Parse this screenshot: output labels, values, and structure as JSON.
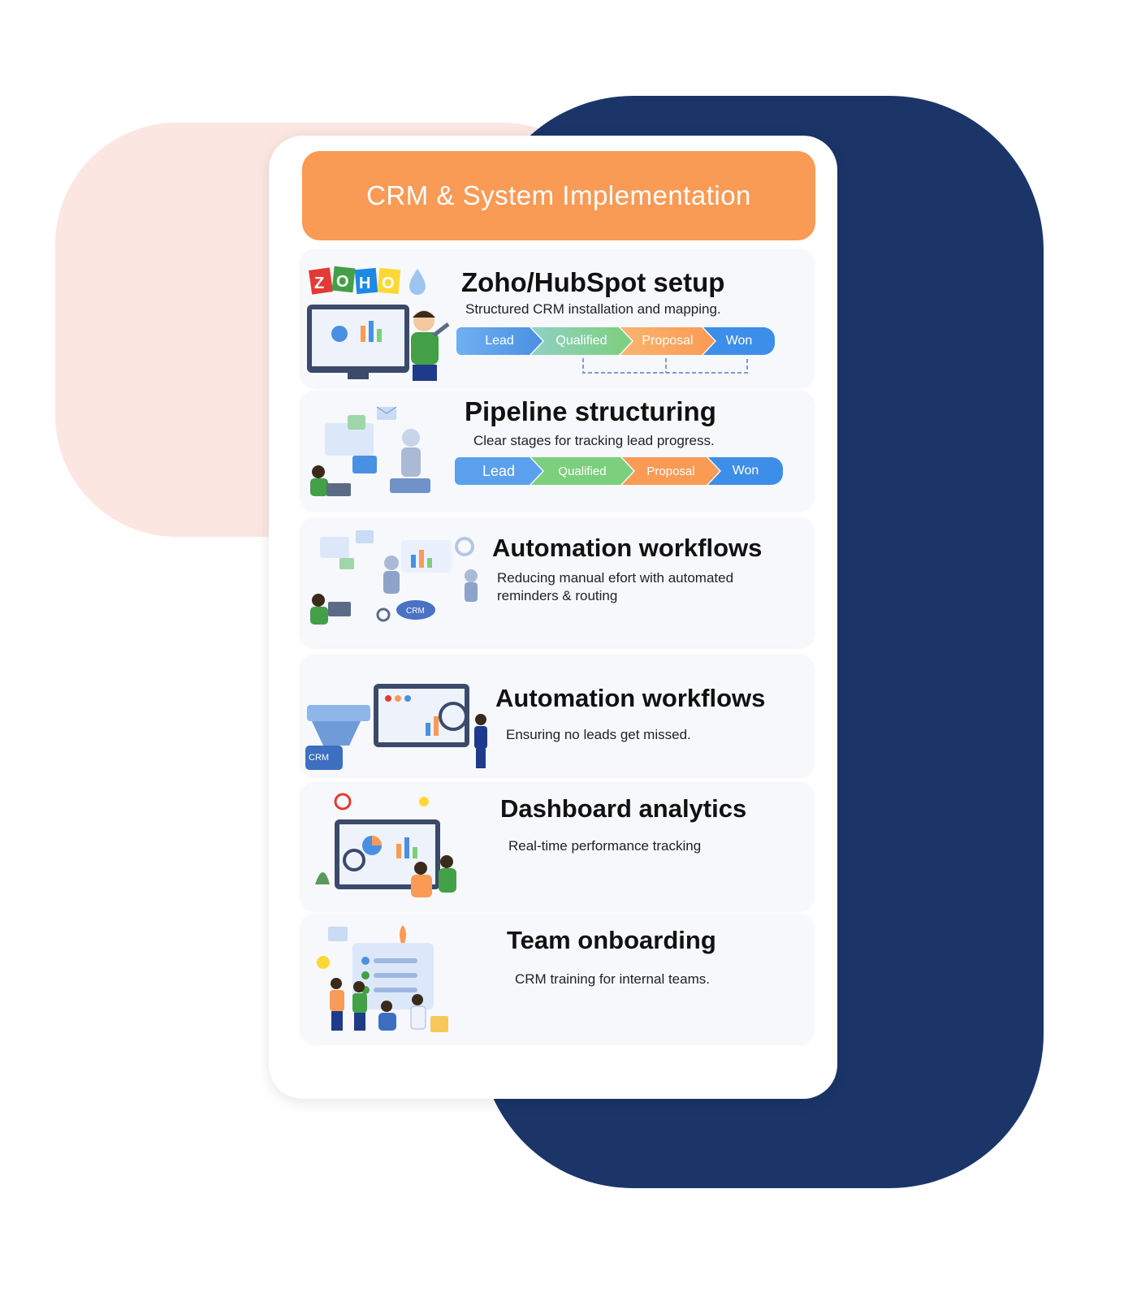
{
  "header": {
    "title": "CRM & System Implementation"
  },
  "colors": {
    "header_bg": "#f99a55",
    "navy": "#1b3569",
    "pink": "#fbe6e2",
    "lead": "#4a90e2",
    "qualified": "#7ccf7c",
    "proposal": "#f99a55",
    "won": "#3d8ee8"
  },
  "services": [
    {
      "title": "Zoho/HubSpot setup",
      "description": "Structured CRM installation and mapping.",
      "illustration": "zoho-crm-setup-illustration",
      "logo": "ZOHO",
      "pipeline": [
        "Lead",
        "Qualified",
        "Proposal",
        "Won"
      ]
    },
    {
      "title": "Pipeline structuring",
      "description": "Clear stages for tracking lead progress.",
      "illustration": "pipeline-robot-illustration",
      "pipeline": [
        "Lead",
        "Qualified",
        "Proposal",
        "Won"
      ]
    },
    {
      "title": "Automation workflows",
      "description": "Reducing manual efort with automated reminders & routing",
      "illustration": "automation-workflow-illustration",
      "badge": "CRM"
    },
    {
      "title": "Automation workflows",
      "description": "Ensuring no leads get missed.",
      "illustration": "crm-funnel-monitor-illustration",
      "badge": "CRM"
    },
    {
      "title": "Dashboard analytics",
      "description": "Real-time performance tracking",
      "illustration": "dashboard-analytics-illustration"
    },
    {
      "title": "Team onboarding",
      "description": "CRM training for internal teams.",
      "illustration": "team-onboarding-illustration"
    }
  ]
}
